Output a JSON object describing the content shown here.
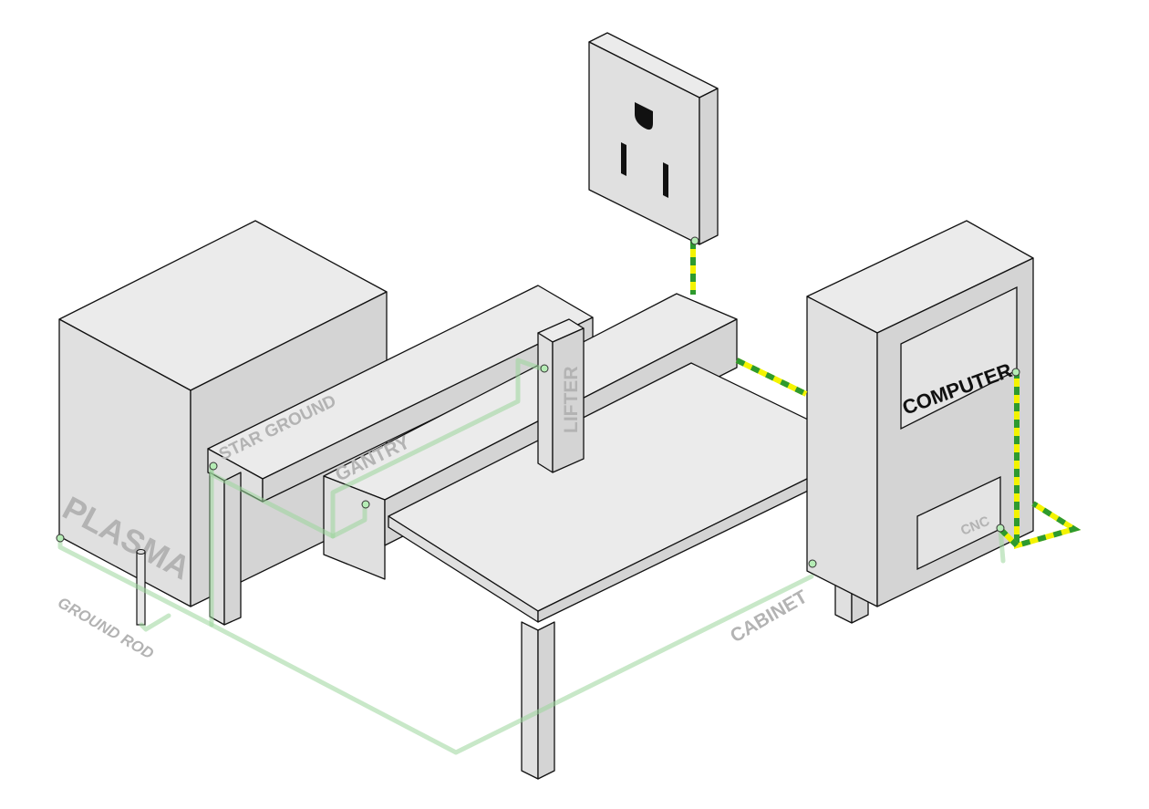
{
  "labels": {
    "plasma": "PLASMA",
    "star_ground": "STAR GROUND",
    "gantry": "GANTRY",
    "lifter": "LIFTER",
    "computer": "COMPUTER",
    "cnc": "CNC",
    "cabinet": "CABINET",
    "ground_rod": "GROUND ROD"
  },
  "colors": {
    "ground_wire": "#9ad69a",
    "cable_green": "#2e9a2e",
    "cable_yellow": "#f3f300",
    "terminal": "#b5ecb5",
    "label_gray": "#b3b3b3"
  },
  "icons": {
    "outlet": "nema-5-15-outlet-icon"
  }
}
